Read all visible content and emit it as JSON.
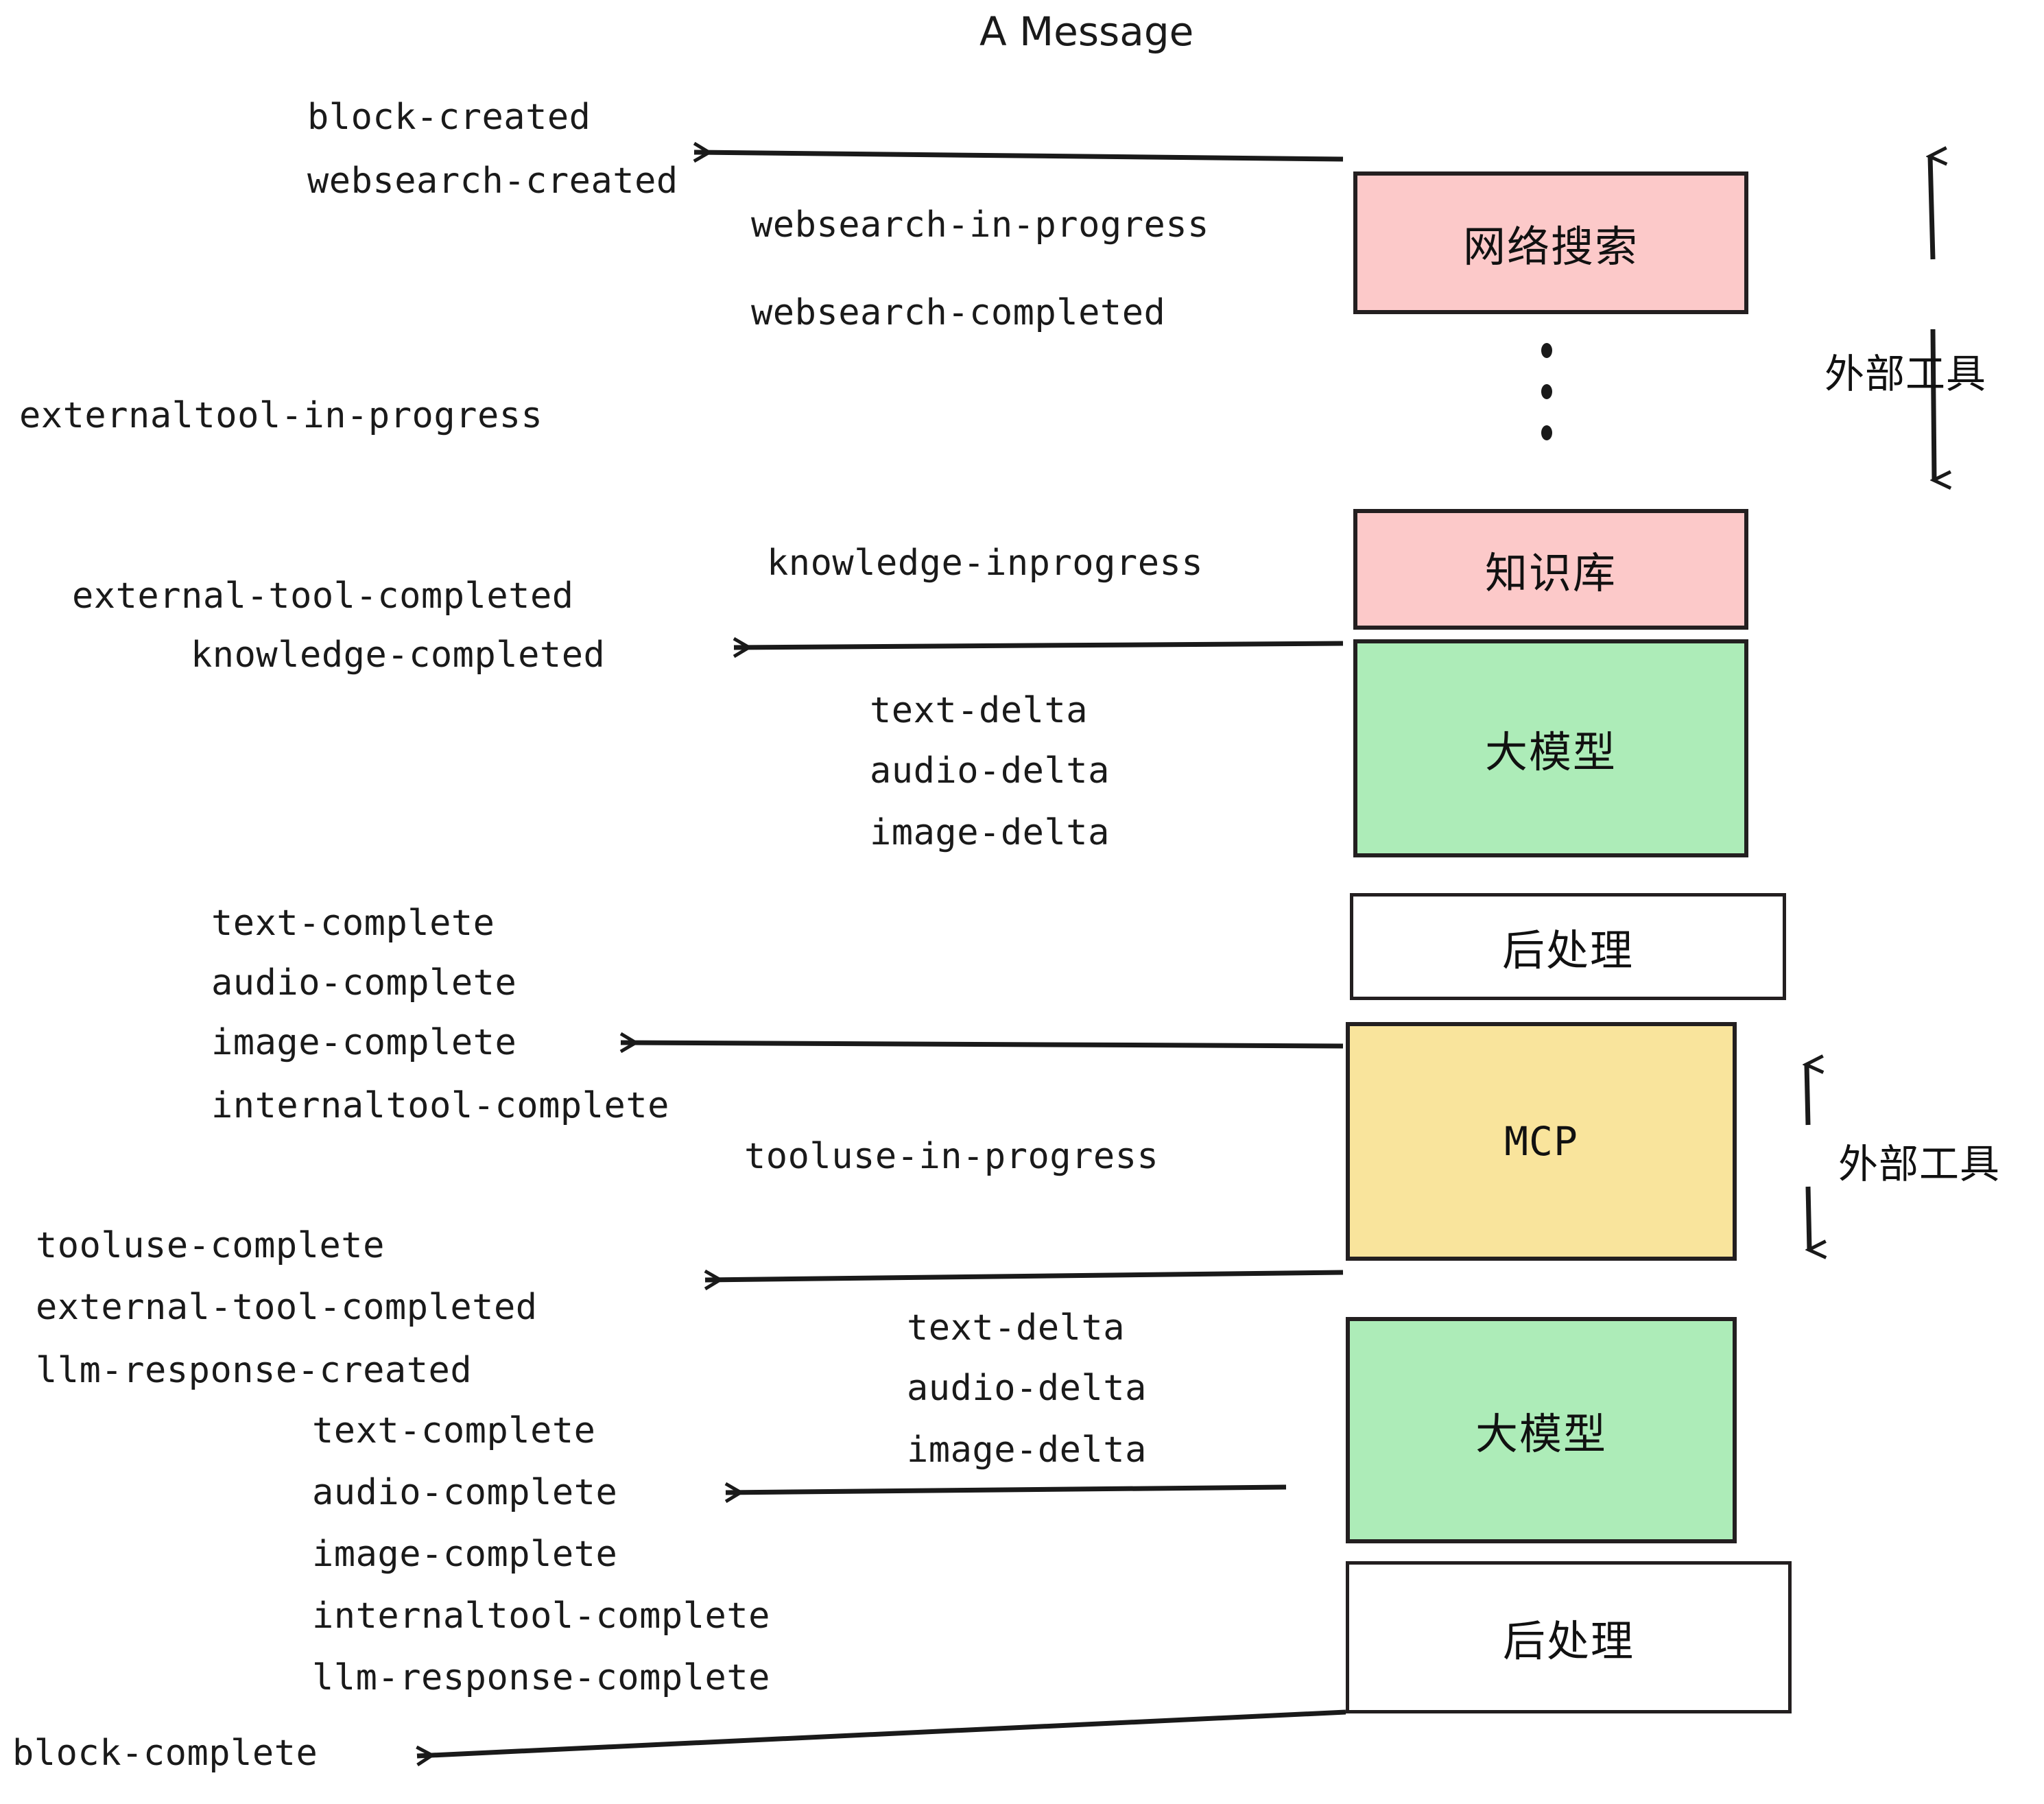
{
  "diagram": {
    "title": "A Message",
    "colors": {
      "pink": "#fcc9c9",
      "green": "#adecb8",
      "yellow": "#f9e49c",
      "white": "#ffffff",
      "stroke": "#231f20",
      "text": "#1a1a1a"
    },
    "nodes": [
      {
        "id": "websearch",
        "label": "网络搜索",
        "fill": "pink",
        "mono": false
      },
      {
        "id": "knowledge",
        "label": "知识库",
        "fill": "pink",
        "mono": false
      },
      {
        "id": "llm-top",
        "label": "大模型",
        "fill": "green",
        "mono": false
      },
      {
        "id": "postprocess-top",
        "label": "后处理",
        "fill": "white",
        "mono": false
      },
      {
        "id": "mcp",
        "label": "MCP",
        "fill": "yellow",
        "mono": true
      },
      {
        "id": "llm-bottom",
        "label": "大模型",
        "fill": "green",
        "mono": false
      },
      {
        "id": "postprocess-bottom",
        "label": "后处理",
        "fill": "white",
        "mono": false
      }
    ],
    "side_brackets": [
      {
        "id": "external-tools-top",
        "label": "外部工具"
      },
      {
        "id": "external-tools-bottom",
        "label": "外部工具"
      }
    ],
    "events": [
      {
        "id": "block-created",
        "text": "block-created"
      },
      {
        "id": "websearch-created",
        "text": "websearch-created"
      },
      {
        "id": "websearch-in-progress",
        "text": "websearch-in-progress"
      },
      {
        "id": "websearch-completed",
        "text": "websearch-completed"
      },
      {
        "id": "externaltool-in-progress",
        "text": "externaltool-in-progress"
      },
      {
        "id": "knowledge-inprogress",
        "text": "knowledge-inprogress"
      },
      {
        "id": "external-tool-completed-1",
        "text": "external-tool-completed"
      },
      {
        "id": "knowledge-completed",
        "text": "knowledge-completed"
      },
      {
        "id": "text-delta-1",
        "text": "text-delta"
      },
      {
        "id": "audio-delta-1",
        "text": "audio-delta"
      },
      {
        "id": "image-delta-1",
        "text": "image-delta"
      },
      {
        "id": "text-complete-1",
        "text": "text-complete"
      },
      {
        "id": "audio-complete-1",
        "text": "audio-complete"
      },
      {
        "id": "image-complete-1",
        "text": "image-complete"
      },
      {
        "id": "internaltool-complete-1",
        "text": "internaltool-complete"
      },
      {
        "id": "tooluse-in-progress",
        "text": "tooluse-in-progress"
      },
      {
        "id": "tooluse-complete",
        "text": "tooluse-complete"
      },
      {
        "id": "external-tool-completed-2",
        "text": "external-tool-completed"
      },
      {
        "id": "llm-response-created",
        "text": "llm-response-created"
      },
      {
        "id": "text-delta-2",
        "text": "text-delta"
      },
      {
        "id": "audio-delta-2",
        "text": "audio-delta"
      },
      {
        "id": "image-delta-2",
        "text": "image-delta"
      },
      {
        "id": "text-complete-2",
        "text": "text-complete"
      },
      {
        "id": "audio-complete-2",
        "text": "audio-complete"
      },
      {
        "id": "image-complete-2",
        "text": "image-complete"
      },
      {
        "id": "internaltool-complete-2",
        "text": "internaltool-complete"
      },
      {
        "id": "llm-response-complete",
        "text": "llm-response-complete"
      },
      {
        "id": "block-complete",
        "text": "block-complete"
      }
    ],
    "ellipsis_marker": "vertical-dots"
  }
}
